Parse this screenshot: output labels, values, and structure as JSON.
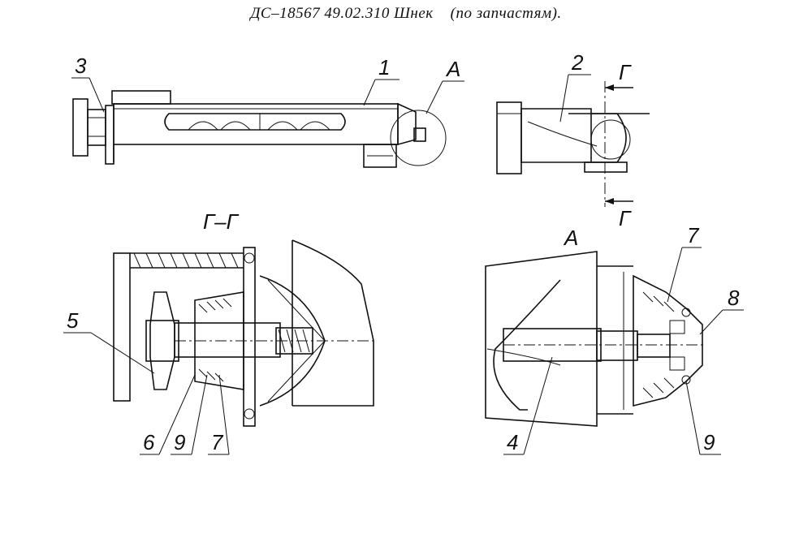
{
  "title": {
    "main": "ДС–18567  49.02.310  Шнек",
    "sub": "(по запчастям)."
  },
  "views": {
    "section_label": "Г–Г",
    "detail_label": "А",
    "cut_mark": "Г"
  },
  "callouts": {
    "c1": "1",
    "c2": "2",
    "c3": "3",
    "c4": "4",
    "c5": "5",
    "c6": "6",
    "c7a": "7",
    "c7b": "7",
    "c8": "8",
    "c9a": "9",
    "c9b": "9",
    "cA": "А"
  }
}
